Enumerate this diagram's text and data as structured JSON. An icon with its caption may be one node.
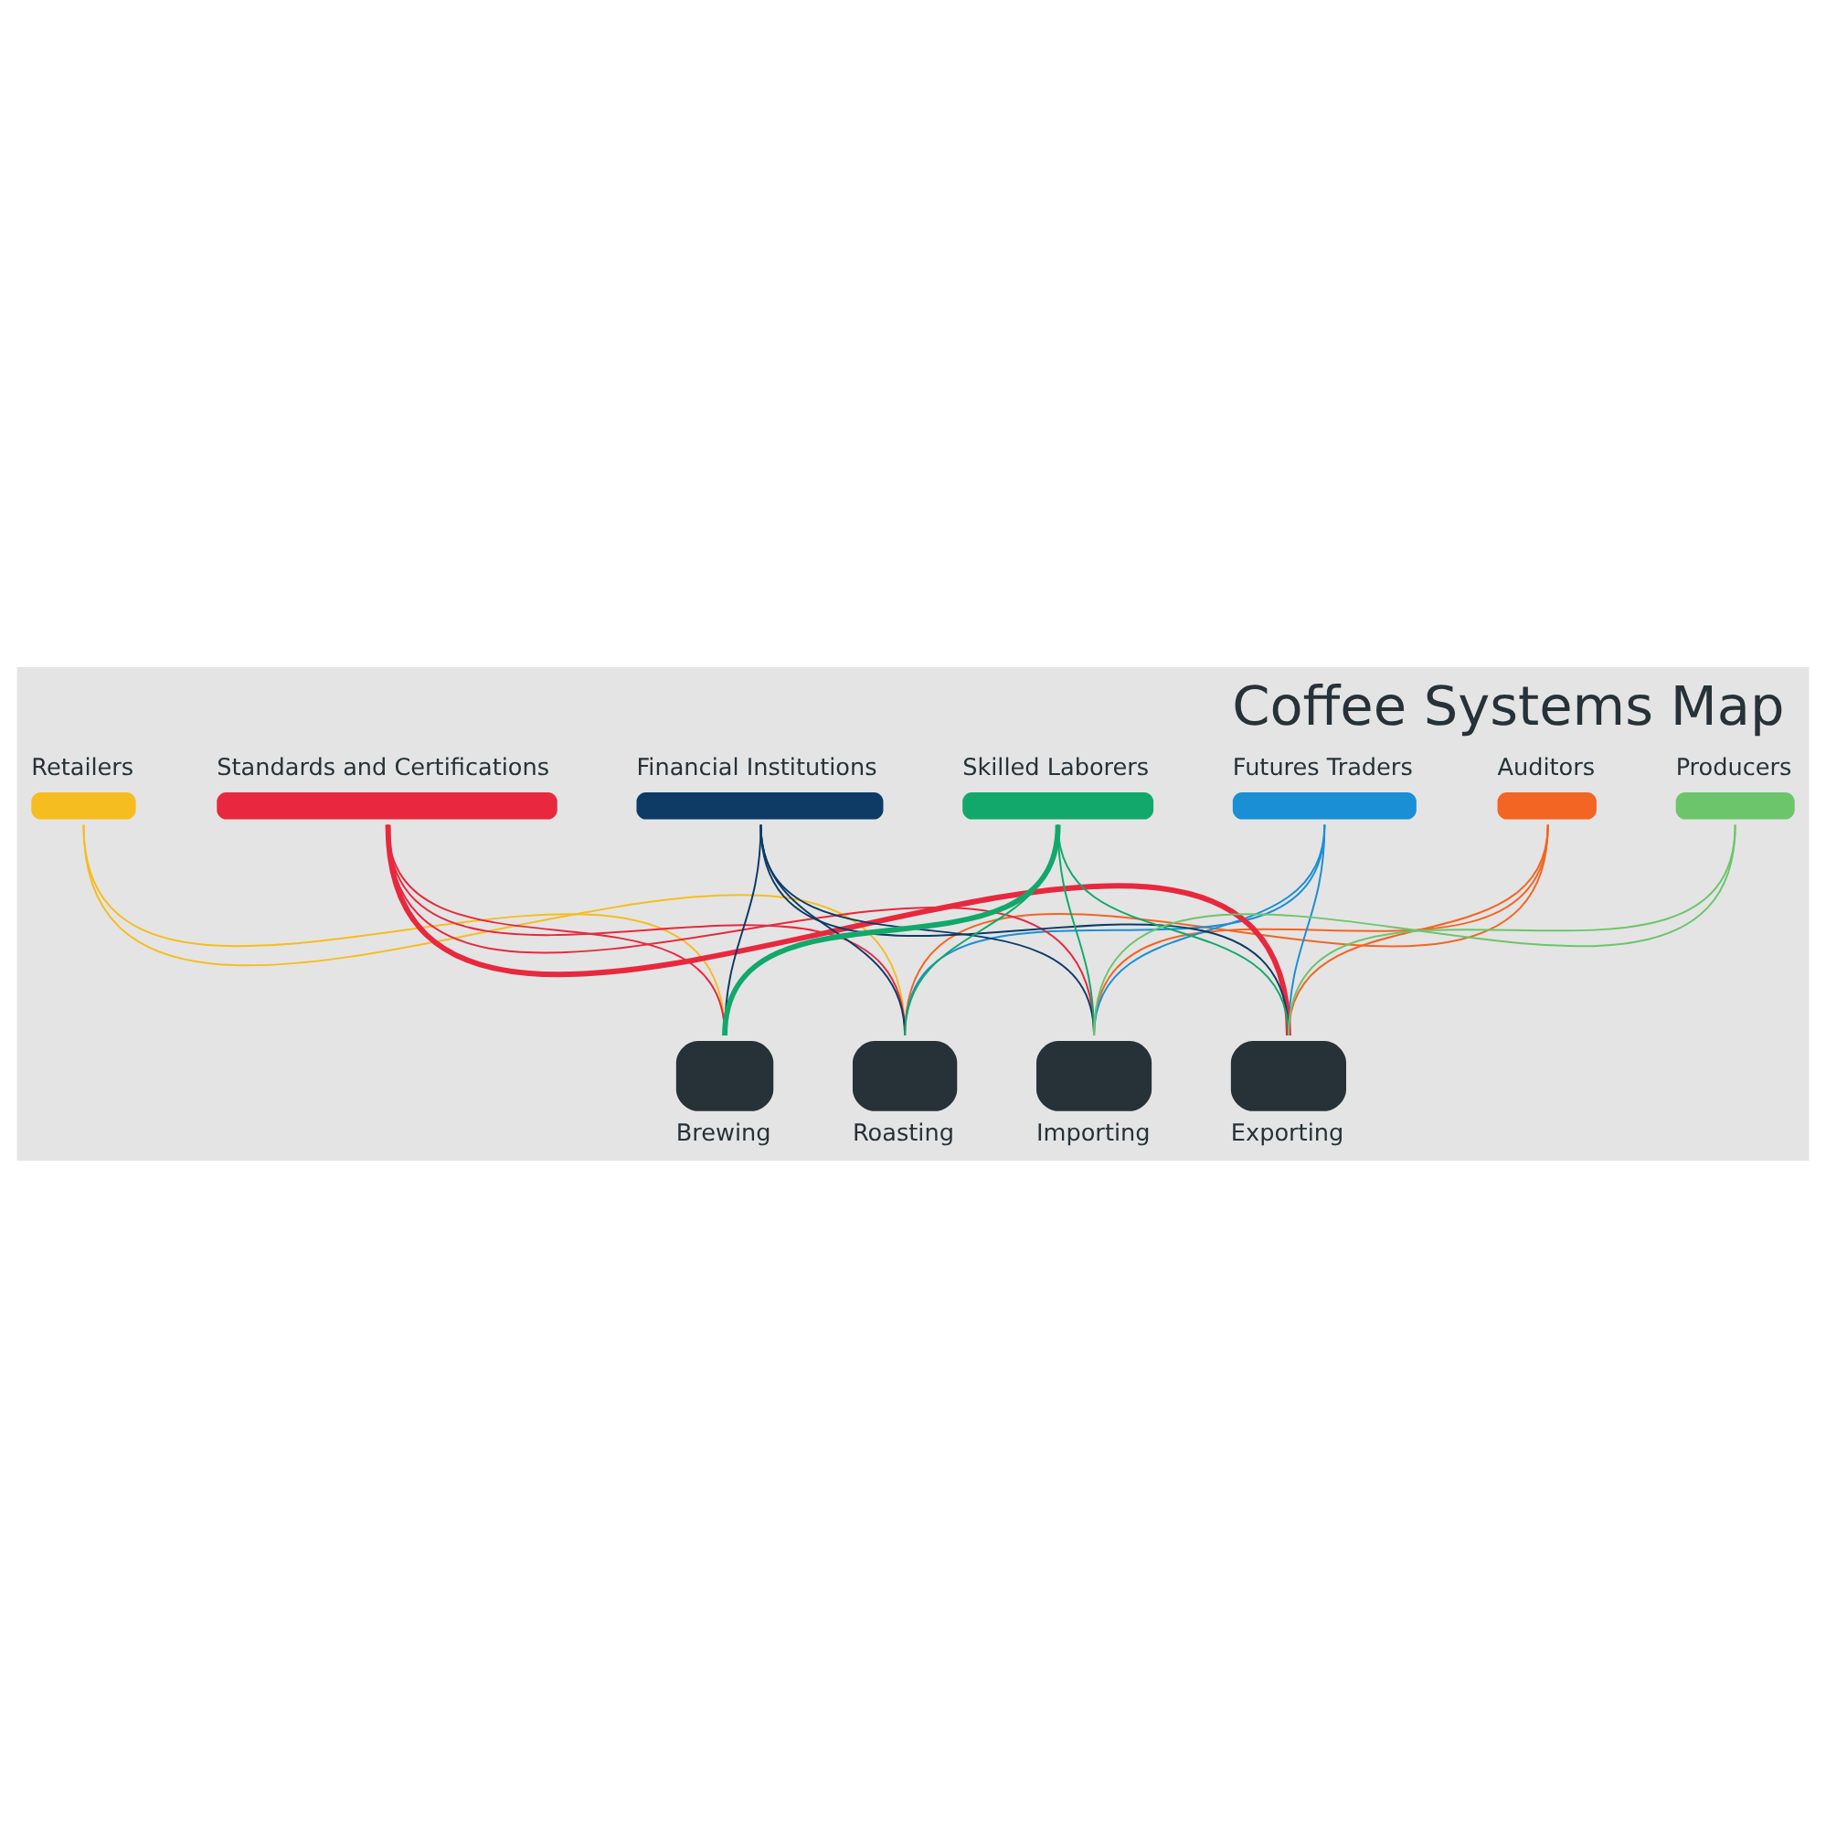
{
  "diagram": {
    "title": "Coffee Systems Map",
    "nodes": [
      {
        "text": [
          "Auditors"
        ]
      },
      {
        "text": [
          "Retailers"
        ]
      },
      {
        "text": [
          "Futures Traders"
        ]
      },
      {
        "text": [
          "Standards and Certifications"
        ]
      },
      {
        "text": [
          "Financial Institutions"
        ]
      },
      {
        "text": [
          "Skilled Laborers"
        ]
      },
      {
        "text": [
          "Producers"
        ]
      },
      {
        "text": [
          "Brewing"
        ]
      },
      {
        "text": [
          "Roasting"
        ]
      },
      {
        "text": [
          "Importing"
        ]
      },
      {
        "text": [
          "Exporting"
        ]
      }
    ],
    "edges": [
      {
        "from": 1,
        "to": 7,
        "arrow": "none",
        "color": "#f5bd1f"
      },
      {
        "from": 1,
        "to": 8,
        "arrow": "none",
        "color": "#f5bd1f"
      },
      {
        "from": 0,
        "to": 8,
        "arrow": "none",
        "color": "#f26522"
      },
      {
        "from": 0,
        "to": 9,
        "arrow": "none",
        "color": "#f26522"
      },
      {
        "from": 0,
        "to": 10,
        "arrow": "none",
        "color": "#f26522"
      },
      {
        "from": 2,
        "to": 8,
        "arrow": "none",
        "color": "#1a8fd6"
      },
      {
        "from": 2,
        "to": 9,
        "arrow": "none",
        "color": "#1a8fd6"
      },
      {
        "from": 2,
        "to": 10,
        "arrow": "none",
        "color": "#1a8fd6"
      },
      {
        "from": 3,
        "to": 7,
        "arrow": "none",
        "color": "#e8283e"
      },
      {
        "from": 3,
        "to": 8,
        "arrow": "none",
        "color": "#e8283e"
      },
      {
        "from": 3,
        "to": 9,
        "arrow": "none",
        "color": "#e8283e"
      },
      {
        "from": 3,
        "to": 10,
        "arrow": "none",
        "color": "#e8283e",
        "style": "thick"
      },
      {
        "from": 4,
        "to": 7,
        "arrow": "none",
        "color": "#0d3b66"
      },
      {
        "from": 4,
        "to": 8,
        "arrow": "none",
        "color": "#0d3b66"
      },
      {
        "from": 4,
        "to": 9,
        "arrow": "none",
        "color": "#0d3b66"
      },
      {
        "from": 4,
        "to": 10,
        "arrow": "none",
        "color": "#0d3b66"
      },
      {
        "from": 5,
        "to": 7,
        "arrow": "none",
        "color": "#12a86b",
        "style": "thick"
      },
      {
        "from": 5,
        "to": 8,
        "arrow": "none",
        "color": "#12a86b"
      },
      {
        "from": 5,
        "to": 9,
        "arrow": "none",
        "color": "#12a86b"
      },
      {
        "from": 5,
        "to": 10,
        "arrow": "none",
        "color": "#12a86b"
      },
      {
        "from": 6,
        "to": 9,
        "arrow": "none",
        "color": "#6cc56b"
      },
      {
        "from": 6,
        "to": 10,
        "arrow": "none",
        "color": "#6cc56b"
      }
    ]
  }
}
